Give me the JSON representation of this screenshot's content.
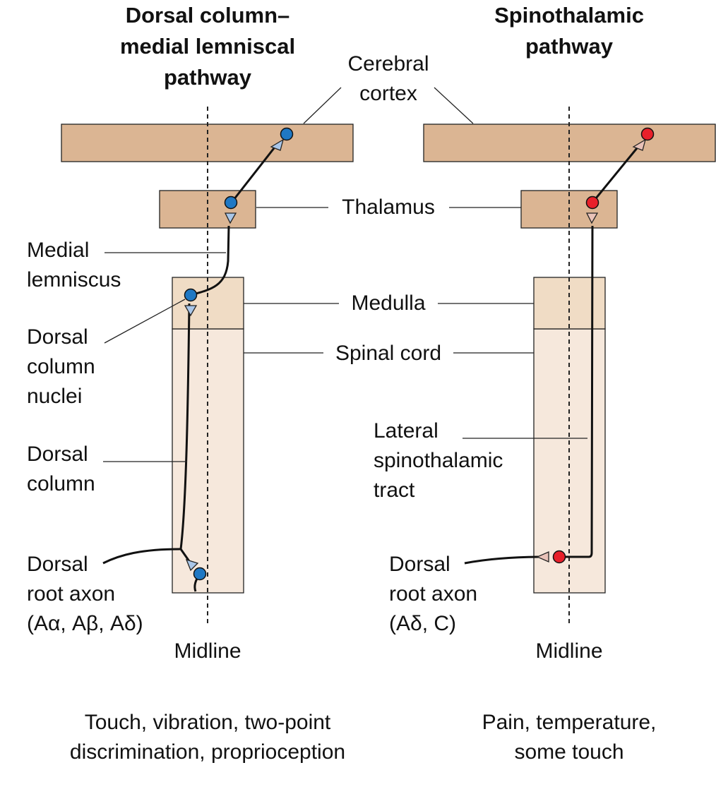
{
  "titles": {
    "left": [
      "Dorsal column–",
      "medial lemniscal",
      "pathway"
    ],
    "right": [
      "Spinothalamic",
      "pathway"
    ]
  },
  "labels": {
    "cerebral_cortex": [
      "Cerebral",
      "cortex"
    ],
    "thalamus": "Thalamus",
    "medulla": "Medulla",
    "spinal_cord": "Spinal cord",
    "medial_lemniscus": [
      "Medial",
      "lemniscus"
    ],
    "dorsal_column_nuclei": [
      "Dorsal",
      "column",
      "nuclei"
    ],
    "dorsal_column": [
      "Dorsal",
      "column"
    ],
    "dorsal_root_left": [
      "Dorsal",
      "root axon",
      "(Aα, Aβ, Aδ)"
    ],
    "lateral_spinothalamic": [
      "Lateral",
      "spinothalamic",
      "tract"
    ],
    "dorsal_root_right": [
      "Dorsal",
      "root axon",
      "(Aδ, C)"
    ],
    "midline_left": "Midline",
    "midline_right": "Midline"
  },
  "captions": {
    "left": [
      "Touch, vibration, two-point",
      "discrimination, proprioception"
    ],
    "right": [
      "Pain, temperature,",
      "some touch"
    ]
  },
  "colors": {
    "cortex_fill": "#dbb593",
    "medulla_fill": "#f0dcc5",
    "cord_fill": "#f6e8dc",
    "dorsal_pathway_neuron": "#1f78c4",
    "spinothalamic_neuron": "#e8202a",
    "dorsal_terminal": "#a9c6e8",
    "spinothalamic_terminal": "#e9c2b8"
  }
}
